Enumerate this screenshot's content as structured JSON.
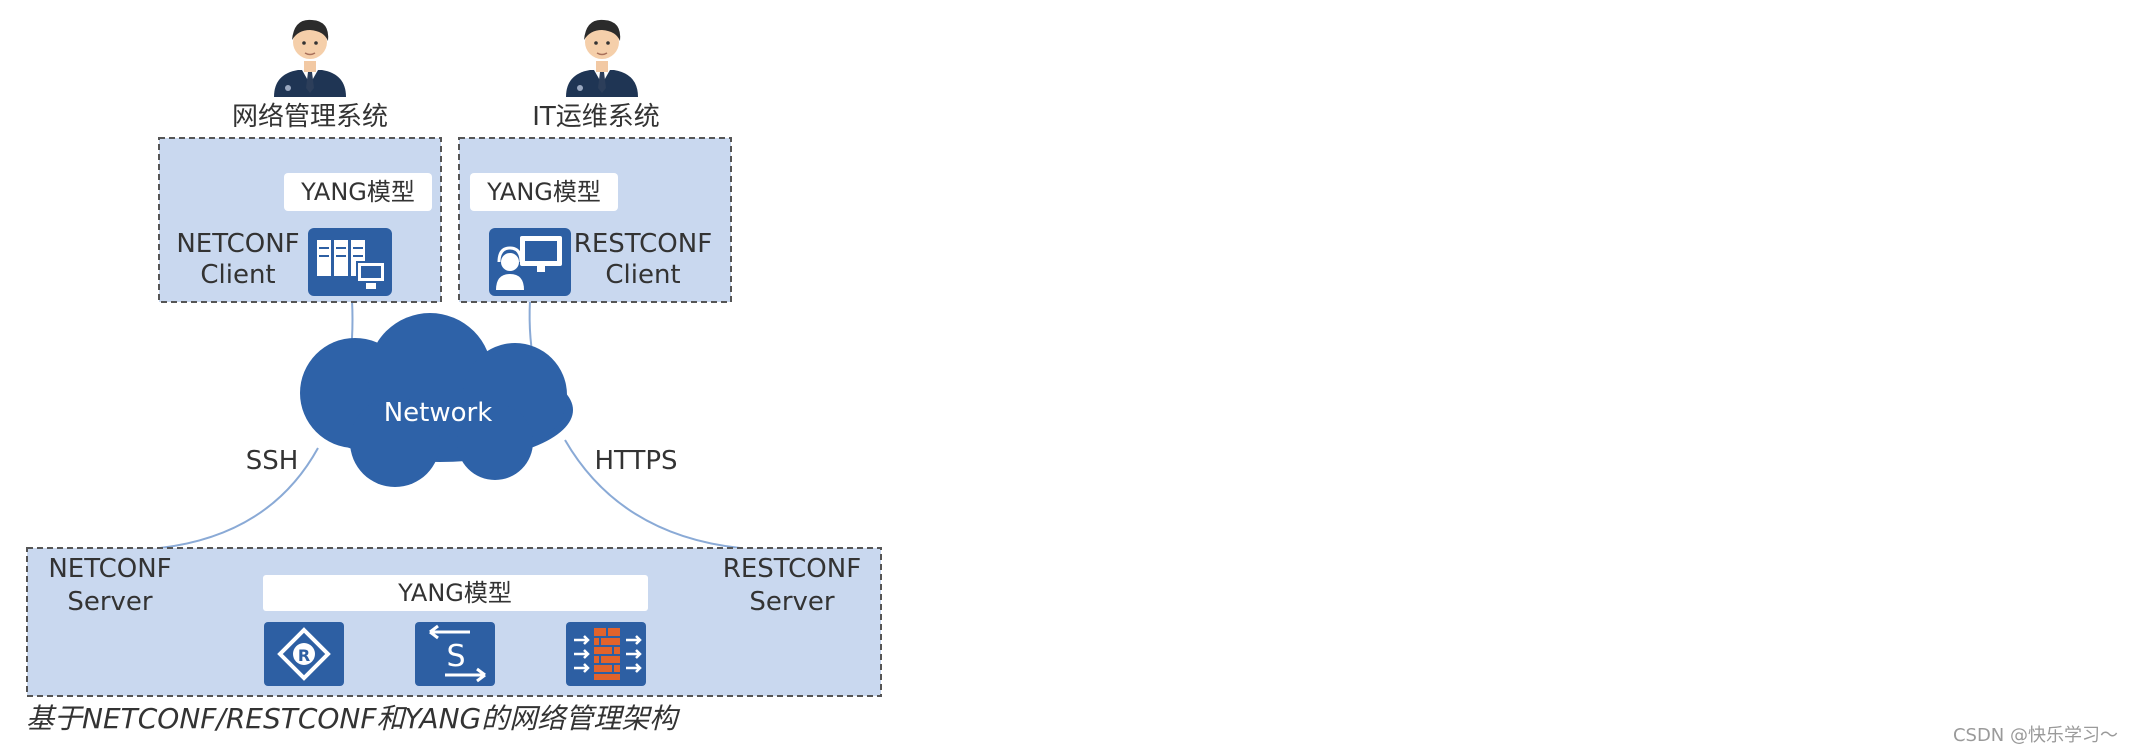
{
  "users": {
    "left_label": "网络管理系统",
    "right_label": "IT运维系统"
  },
  "netconf_client": {
    "model_label": "YANG模型",
    "line1": "NETCONF",
    "line2": "Client"
  },
  "restconf_client": {
    "model_label": "YANG模型",
    "line1": "RESTCONF",
    "line2": "Client"
  },
  "network": {
    "label": "Network",
    "left_protocol": "SSH",
    "right_protocol": "HTTPS"
  },
  "server_area": {
    "netconf_line1": "NETCONF",
    "netconf_line2": "Server",
    "restconf_line1": "RESTCONF",
    "restconf_line2": "Server",
    "model_label": "YANG模型",
    "devices": [
      "router-icon",
      "switch-icon",
      "firewall-icon"
    ]
  },
  "caption": "基于NETCONF/RESTCONF和YANG的网络管理架构",
  "watermark": "CSDN @快乐学习～",
  "colors": {
    "box_fill": "#c9d8ef",
    "box_border": "#555555",
    "icon_blue": "#2d5fa3",
    "cloud_blue": "#2e62a8",
    "connector": "#8aaad6"
  }
}
